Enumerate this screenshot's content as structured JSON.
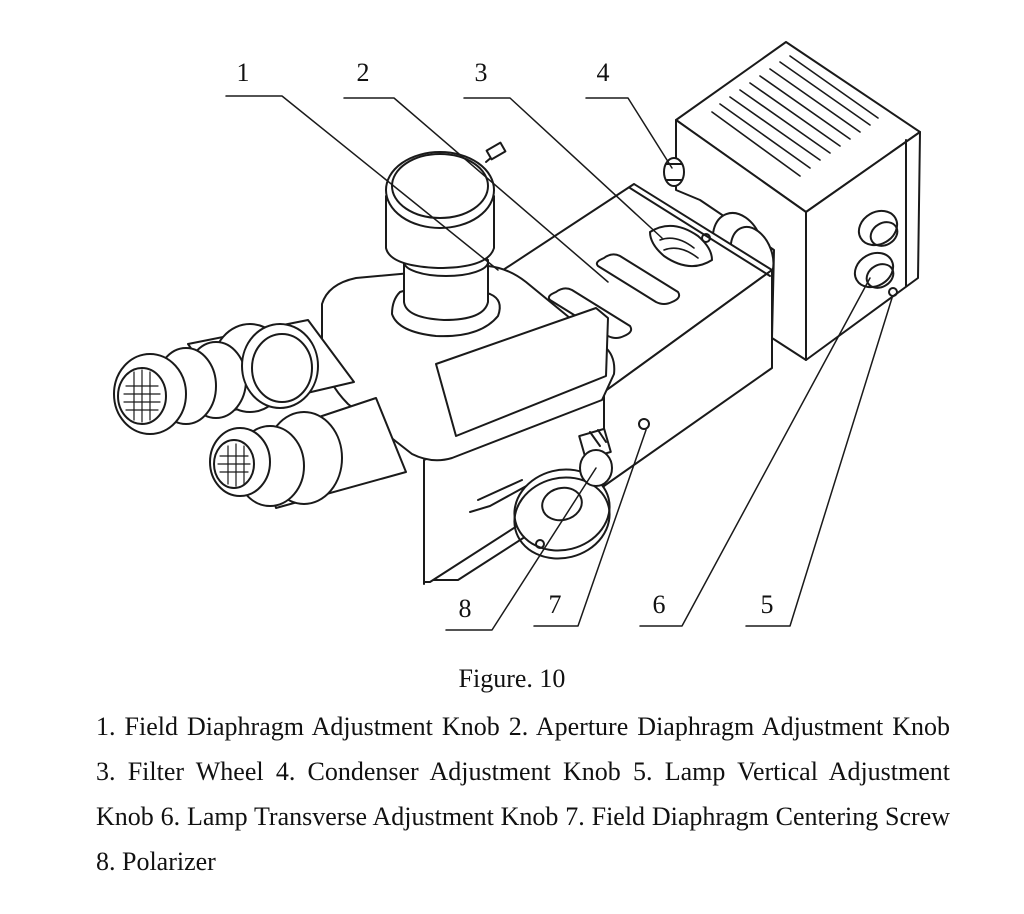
{
  "figure": {
    "title": "Figure. 10",
    "callouts": [
      {
        "id": "1",
        "label": "1"
      },
      {
        "id": "2",
        "label": "2"
      },
      {
        "id": "3",
        "label": "3"
      },
      {
        "id": "4",
        "label": "4"
      },
      {
        "id": "5",
        "label": "5"
      },
      {
        "id": "6",
        "label": "6"
      },
      {
        "id": "7",
        "label": "7"
      },
      {
        "id": "8",
        "label": "8"
      }
    ],
    "legend": [
      "1. Field Diaphragm Adjustment Knob",
      "2. Aperture Diaphragm Adjustment Knob",
      "3. Filter Wheel",
      "4. Condenser Adjustment Knob",
      "5. Lamp Vertical Adjustment Knob",
      "6. Lamp Transverse Adjustment Knob",
      "7. Field Diaphragm Centering Screw",
      "8. Polarizer"
    ]
  },
  "colors": {
    "line": "#1a1a1a",
    "background": "#ffffff",
    "text": "#111111"
  }
}
